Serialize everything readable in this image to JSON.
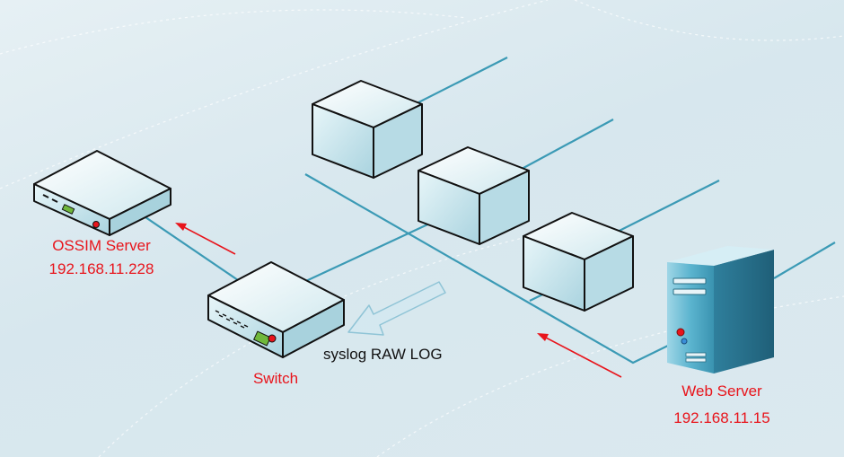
{
  "colors": {
    "background": "#dbe9ef",
    "link": "#3b9ab5",
    "red_text": "#e8141b",
    "arrow": "#e8141b"
  },
  "ossim": {
    "name": "OSSIM  Server",
    "ip": "192.168.11.228"
  },
  "switch": {
    "name": "Switch"
  },
  "log_flow": {
    "label": "syslog RAW LOG"
  },
  "web": {
    "name": "Web Server",
    "ip": "192.168.11.15"
  },
  "icons": [
    "ossim-server-icon",
    "switch-icon",
    "network-block-icon",
    "web-server-tower-icon"
  ]
}
